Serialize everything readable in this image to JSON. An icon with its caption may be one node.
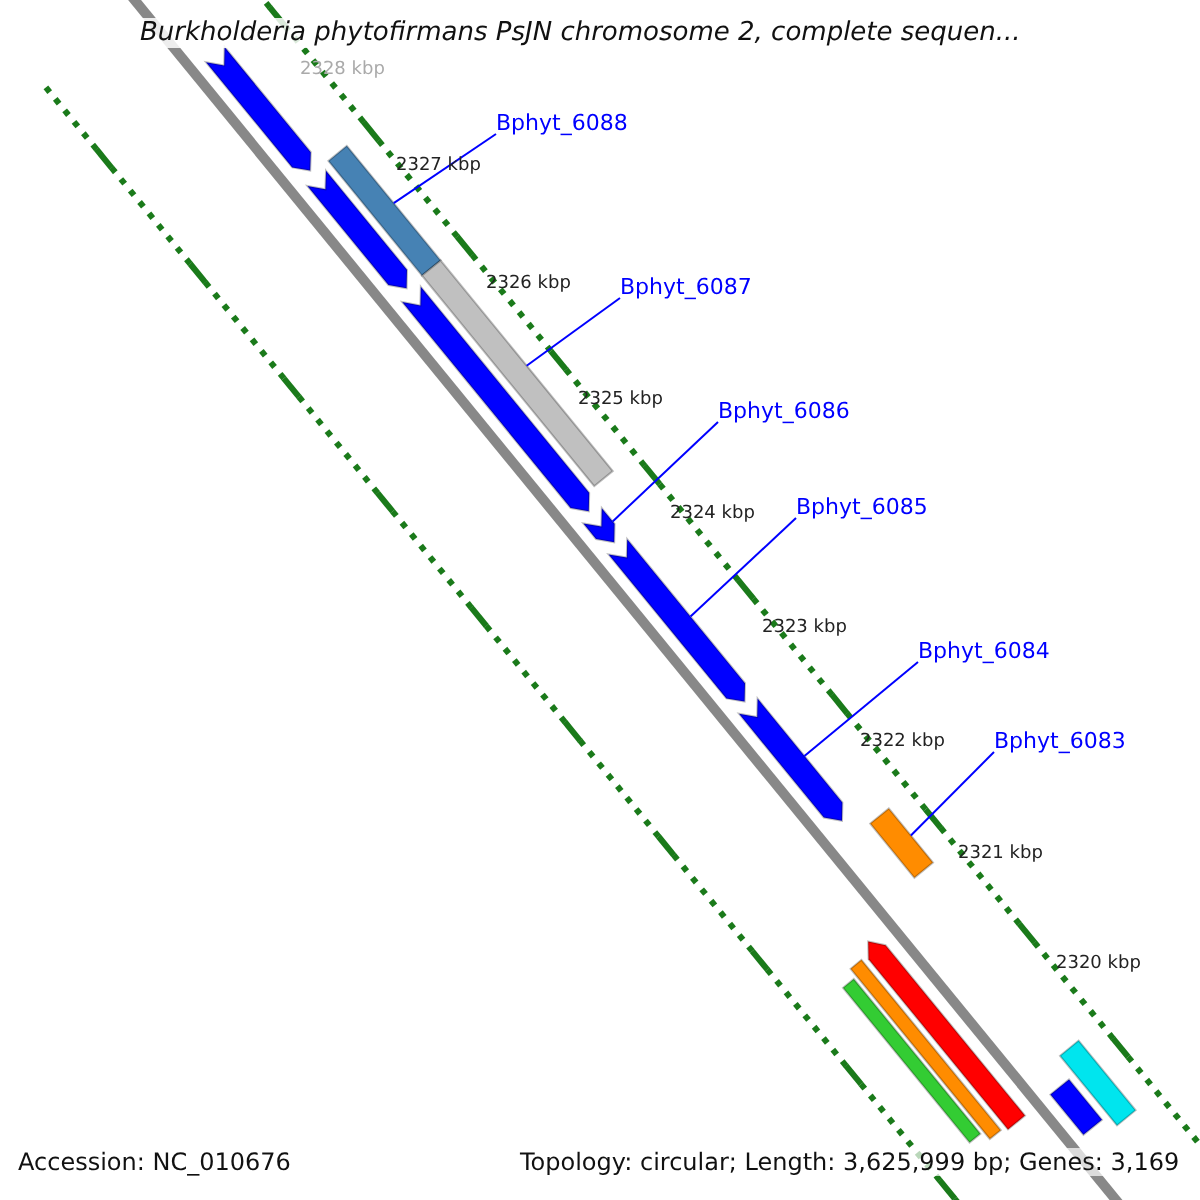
{
  "diagram": {
    "title": "Burkholderia phytofirmans PsJN chromosome 2, complete sequen...",
    "nodes": [
      {
        "text": [
          "Bphyt_6088"
        ]
      },
      {
        "text": [
          "Bphyt_6087"
        ]
      },
      {
        "text": [
          "Bphyt_6086"
        ]
      },
      {
        "text": [
          "Bphyt_6085"
        ]
      },
      {
        "text": [
          "Bphyt_6084"
        ]
      },
      {
        "text": [
          "Bphyt_6083"
        ]
      },
      {
        "text": [],
        "shape": "arrow"
      },
      {
        "text": [],
        "shape": "bar"
      },
      {
        "text": [],
        "shape": "arrow"
      },
      {
        "text": [],
        "shape": "bar"
      },
      {
        "text": [],
        "shape": "arrow"
      },
      {
        "text": [],
        "shape": "arrow"
      },
      {
        "text": [],
        "shape": "arrow"
      },
      {
        "text": [],
        "shape": "arrow"
      },
      {
        "text": [],
        "shape": "bar"
      },
      {
        "text": [],
        "shape": "arrow"
      },
      {
        "text": [],
        "shape": "bar"
      },
      {
        "text": [],
        "shape": "bar"
      },
      {
        "text": [],
        "shape": "bar"
      },
      {
        "text": [],
        "shape": "bar"
      }
    ],
    "edges": [
      {
        "from": 0,
        "to": 7,
        "arrow": "none"
      },
      {
        "from": 1,
        "to": 9,
        "arrow": "none"
      },
      {
        "from": 2,
        "to": 11,
        "arrow": "none"
      },
      {
        "from": 3,
        "to": 12,
        "arrow": "none"
      },
      {
        "from": 4,
        "to": 13,
        "arrow": "none"
      },
      {
        "from": 5,
        "to": 14,
        "arrow": "none"
      }
    ],
    "labels": [
      "2328 kbp",
      "2327 kbp",
      "2326 kbp",
      "2325 kbp",
      "2324 kbp",
      "2323 kbp",
      "2322 kbp",
      "2321 kbp",
      "2320 kbp",
      "Accession: NC_010676",
      "Topology: circular; Length: 3,625,999 bp; Genes: 3,169"
    ]
  }
}
